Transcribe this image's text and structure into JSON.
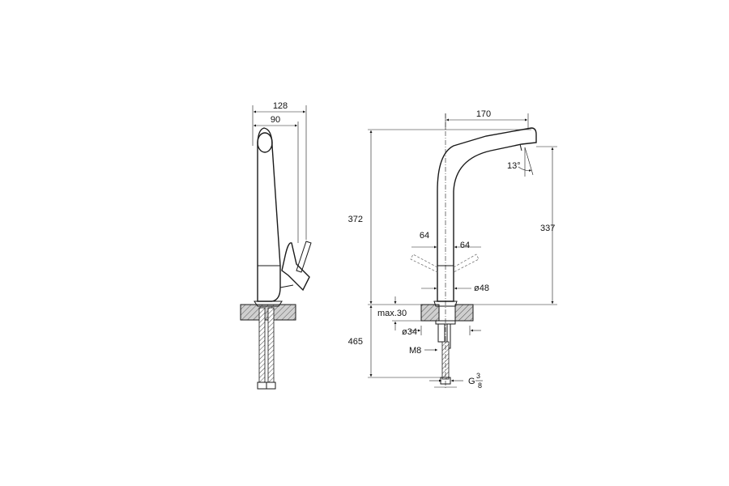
{
  "side_view": {
    "dims": {
      "total_depth": "128",
      "handle_depth": "90"
    }
  },
  "front_view": {
    "dims": {
      "spout_reach": "170",
      "total_height": "372",
      "spout_height": "337",
      "lever_left": "64",
      "lever_right": "64",
      "body_dia": "ø48",
      "max_thickness": "max.30",
      "hole_dia": "ø34",
      "stud": "M8",
      "hose_length": "465",
      "angle": "13°",
      "connection": "G",
      "connection_frac_num": "3",
      "connection_frac_den": "8"
    }
  }
}
